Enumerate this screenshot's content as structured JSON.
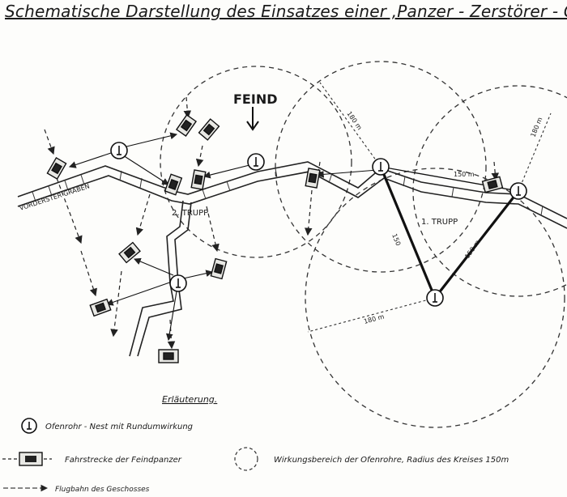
{
  "title": "Schematische Darstellung des Einsatzes einer ,Panzer - Zerstörer - Gruppe\".",
  "labels": {
    "feind": "FEIND",
    "trench": "VORDERSTER GRABEN",
    "trupp1": "1. TRUPP",
    "trupp2": "2. TRUPP",
    "dist_150m": "150 m",
    "dist_150m_small": "150",
    "dist_180m": "180 m"
  },
  "legend": {
    "heading": "Erläuterung.",
    "nest": "Ofenrohr - Nest mit Rundumwirkung",
    "tank_path": "Fahrstrecke der Feindpanzer",
    "range": "Wirkungsbereich der Ofenrohre, Radius des Kreises 150m",
    "trajectory": "Flugbahn des Geschosses"
  }
}
